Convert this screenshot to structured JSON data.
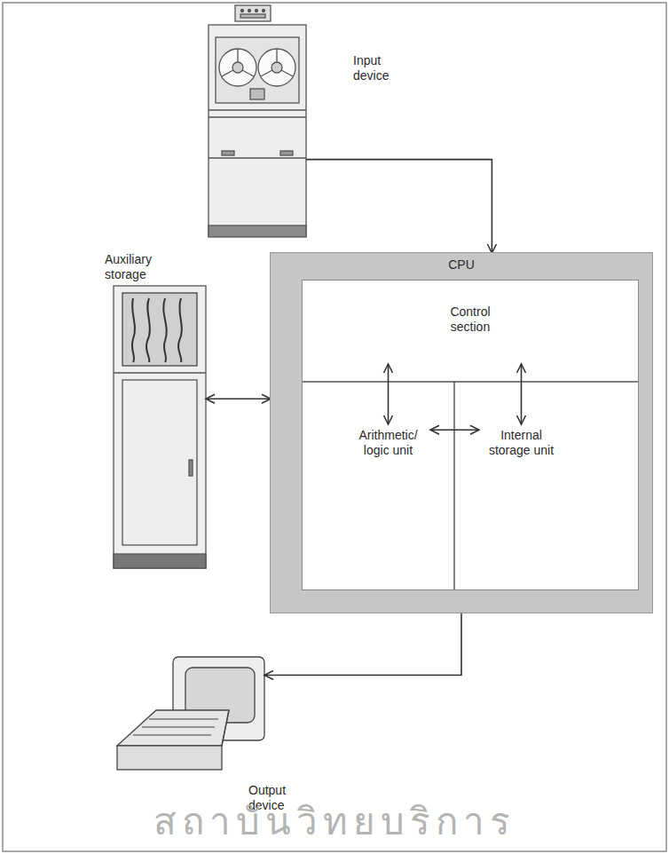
{
  "diagram": {
    "nodes": [
      {
        "text": [
          "Input device"
        ]
      },
      {
        "text": [
          "Auxiliary storage"
        ]
      },
      {
        "text": [
          "CPU"
        ]
      },
      {
        "text": [
          "Control section"
        ],
        "in": 2
      },
      {
        "text": [
          "Arithmetic/ logic unit"
        ],
        "in": 2
      },
      {
        "text": [
          "Internal storage unit"
        ],
        "in": 2
      },
      {
        "text": [
          "Output device"
        ]
      }
    ],
    "edges": [
      {
        "from": 0,
        "to": 2,
        "arrow": "to"
      },
      {
        "from": 1,
        "to": 2,
        "arrow": "both"
      },
      {
        "from": 2,
        "to": 6,
        "arrow": "to"
      },
      {
        "from": 3,
        "to": 4,
        "arrow": "both"
      },
      {
        "from": 3,
        "to": 5,
        "arrow": "both"
      },
      {
        "from": 4,
        "to": 5,
        "arrow": "both"
      }
    ],
    "labels": [
      "สถาบันวิทยบริการ"
    ]
  }
}
